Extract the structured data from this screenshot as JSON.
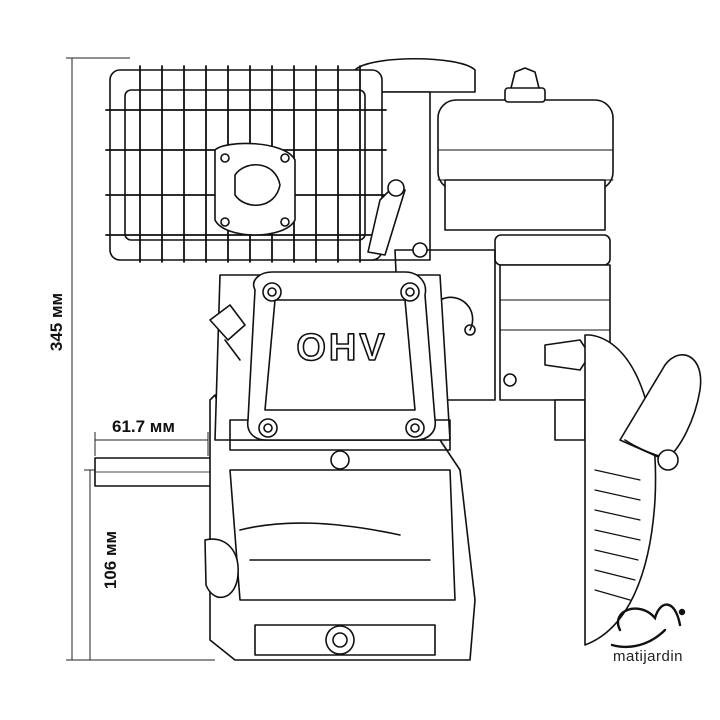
{
  "dimensions": {
    "height_label": "345 мм",
    "shaft_length_label": "61.7 мм",
    "shaft_height_label": "106 мм"
  },
  "engine": {
    "valve_cover_text": "OHV"
  },
  "brand": {
    "name": "matijardin",
    "watermark": "matijardin"
  },
  "colors": {
    "line": "#111111",
    "dimension": "#222222",
    "watermark": "#e8e8e8"
  }
}
